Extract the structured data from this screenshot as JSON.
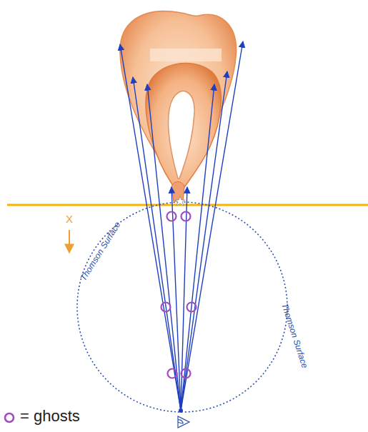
{
  "diagram": {
    "labels": [
      "X",
      "Thomson Surface",
      "Thomson Surface"
    ],
    "legend": [
      {
        "text": "= ghosts"
      }
    ]
  }
}
